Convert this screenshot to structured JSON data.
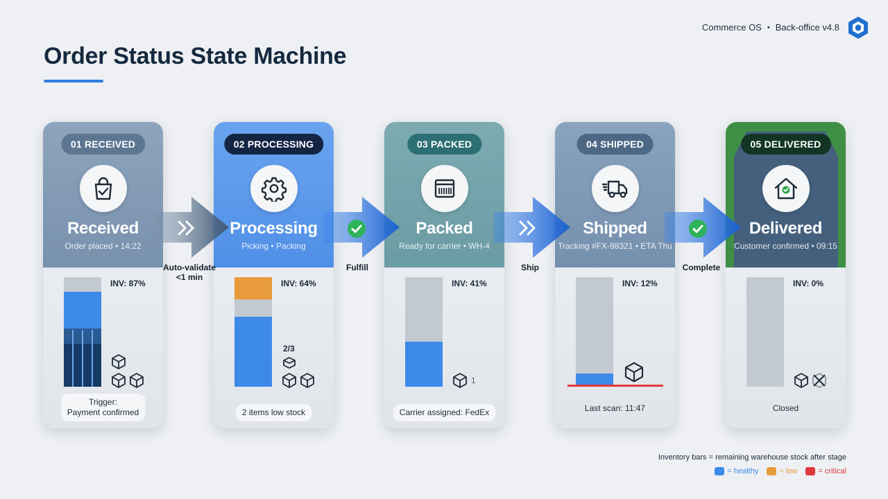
{
  "header": {
    "product": "Commerce OS",
    "separator": "•",
    "version": "Back-office v4.8",
    "title": "Order Status State Machine"
  },
  "colors": {
    "accent": "#2f7de1",
    "healthy": "#3d8ae8",
    "low": "#e89b3b",
    "critical": "#e0373c"
  },
  "stages": [
    {
      "badge": "01 RECEIVED",
      "name": "Received",
      "subtitle": "Order placed • 14:22",
      "icon": "shopping-bag-check-icon",
      "inventory_label": "INV: 87%",
      "inventory_pct": 87,
      "inventory_status": "healthy",
      "footer": [
        "Trigger:",
        "Payment confirmed"
      ]
    },
    {
      "badge": "02 PROCESSING",
      "name": "Processing",
      "subtitle": "Picking • Packing",
      "icon": "gear-icon",
      "inventory_label": "INV: 64%",
      "inventory_pct": 64,
      "inventory_status": "low",
      "picked_count": "2/3",
      "footer": [
        "2 items low stock"
      ]
    },
    {
      "badge": "03 PACKED",
      "name": "Packed",
      "subtitle": "Ready for carrier • WH-4",
      "icon": "package-barcode-icon",
      "inventory_label": "INV: 41%",
      "inventory_pct": 41,
      "inventory_status": "healthy",
      "box_count": "1",
      "footer": [
        "Carrier assigned: FedEx"
      ]
    },
    {
      "badge": "04 SHIPPED",
      "name": "Shipped",
      "subtitle": "Tracking #FX-98321 • ETA Thu",
      "icon": "delivery-truck-icon",
      "inventory_label": "INV: 12%",
      "inventory_pct": 12,
      "inventory_status": "critical",
      "footer": [
        "Last scan: 11:47"
      ]
    },
    {
      "badge": "05 DELIVERED",
      "name": "Delivered",
      "subtitle": "Customer confirmed • 09:15",
      "icon": "house-check-icon",
      "inventory_label": "INV: 0%",
      "inventory_pct": 0,
      "inventory_status": "empty",
      "footer": [
        "Closed"
      ]
    }
  ],
  "transitions": [
    {
      "label": "Auto-validate",
      "sublabel": "<1 min",
      "icon": "chevrons-right-icon"
    },
    {
      "label": "Fulfill",
      "icon": "check-circle-icon"
    },
    {
      "label": "Ship",
      "icon": "chevrons-right-icon"
    },
    {
      "label": "Complete",
      "icon": "check-circle-icon"
    }
  ],
  "legend": {
    "caption": "Inventory bars = remaining warehouse stock after stage",
    "items": [
      {
        "label": "= healthy",
        "color": "#3d8ae8"
      },
      {
        "label": "= low",
        "color": "#e89b3b"
      },
      {
        "label": "= critical",
        "color": "#e0373c"
      }
    ]
  }
}
